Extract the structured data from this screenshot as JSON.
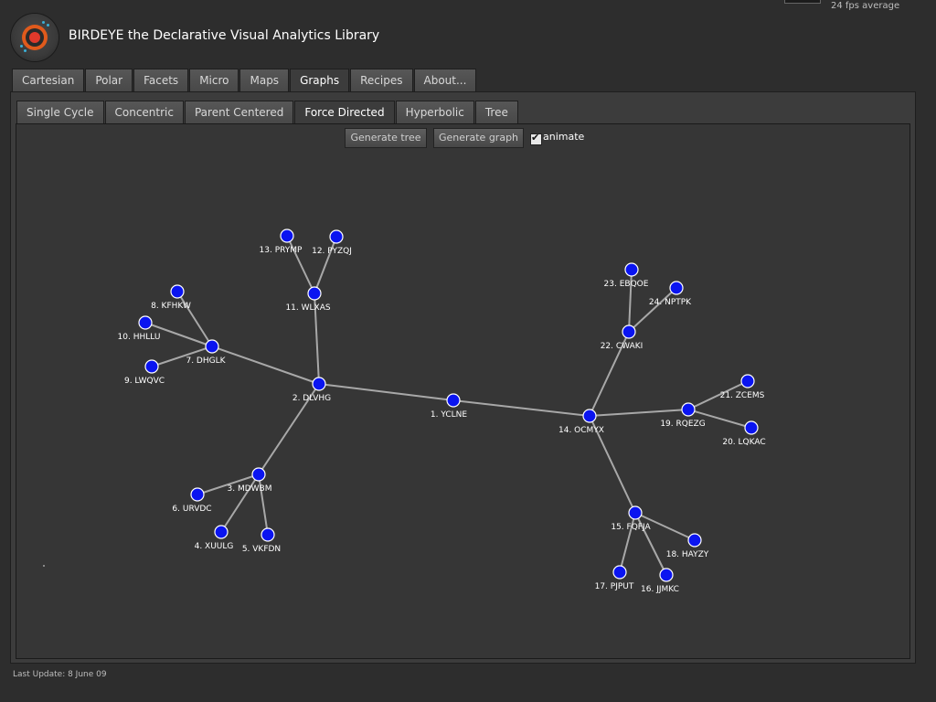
{
  "header": {
    "fps_text": "24 fps average",
    "title": "BIRDEYE the Declarative Visual Analytics Library"
  },
  "main_tabs": [
    "Cartesian",
    "Polar",
    "Facets",
    "Micro",
    "Maps",
    "Graphs",
    "Recipes",
    "About..."
  ],
  "main_tab_active": "Graphs",
  "sub_tabs": [
    "Single Cycle",
    "Concentric",
    "Parent Centered",
    "Force Directed",
    "Hyperbolic",
    "Tree"
  ],
  "sub_tab_active": "Force Directed",
  "controls": {
    "generate_tree": "Generate tree",
    "generate_graph": "Generate graph",
    "animate_label": "animate",
    "animate_checked": true
  },
  "graph": {
    "node_color": "#0a14f0",
    "edge_color": "#a8a8a8",
    "nodes": [
      {
        "id": 1,
        "label": "1. YCLNE"
      },
      {
        "id": 2,
        "label": "2. DLVHG"
      },
      {
        "id": 3,
        "label": "3. MDWBM"
      },
      {
        "id": 4,
        "label": "4. XUULG"
      },
      {
        "id": 5,
        "label": "5. VKFDN"
      },
      {
        "id": 6,
        "label": "6. URVDC"
      },
      {
        "id": 7,
        "label": "7. DHGLK"
      },
      {
        "id": 8,
        "label": "8. KFHKW"
      },
      {
        "id": 9,
        "label": "9. LWQVC"
      },
      {
        "id": 10,
        "label": "10. HHLLU"
      },
      {
        "id": 11,
        "label": "11. WLXAS"
      },
      {
        "id": 12,
        "label": "12. PYZQJ"
      },
      {
        "id": 13,
        "label": "13. PRYMP"
      },
      {
        "id": 14,
        "label": "14. OCMYX"
      },
      {
        "id": 15,
        "label": "15. FQFJA"
      },
      {
        "id": 16,
        "label": "16. JJMKC"
      },
      {
        "id": 17,
        "label": "17. PJPUT"
      },
      {
        "id": 18,
        "label": "18. HAYZY"
      },
      {
        "id": 19,
        "label": "19. RQEZG"
      },
      {
        "id": 20,
        "label": "20. LQKAC"
      },
      {
        "id": 21,
        "label": "21. ZCEMS"
      },
      {
        "id": 22,
        "label": "22. CWAKI"
      },
      {
        "id": 23,
        "label": "23. EBQOE"
      },
      {
        "id": 24,
        "label": "24. NPTPK"
      }
    ],
    "edges": [
      [
        1,
        2
      ],
      [
        1,
        14
      ],
      [
        2,
        3
      ],
      [
        2,
        7
      ],
      [
        2,
        11
      ],
      [
        3,
        4
      ],
      [
        3,
        5
      ],
      [
        3,
        6
      ],
      [
        7,
        8
      ],
      [
        7,
        9
      ],
      [
        7,
        10
      ],
      [
        11,
        12
      ],
      [
        11,
        13
      ],
      [
        14,
        15
      ],
      [
        14,
        19
      ],
      [
        14,
        22
      ],
      [
        15,
        16
      ],
      [
        15,
        17
      ],
      [
        15,
        18
      ],
      [
        19,
        20
      ],
      [
        19,
        21
      ],
      [
        22,
        23
      ],
      [
        22,
        24
      ]
    ]
  },
  "footer": {
    "last_update": "Last Update: 8 June 09"
  }
}
